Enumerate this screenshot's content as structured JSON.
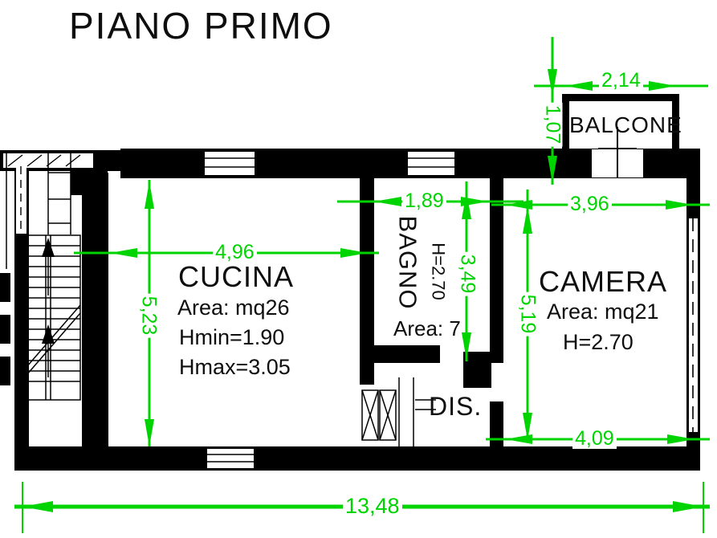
{
  "title": "PIANO PRIMO",
  "colors": {
    "dimension_green": "#00d400",
    "wall_black": "#000000",
    "background": "#ffffff"
  },
  "rooms": {
    "cucina": {
      "name": "CUCINA",
      "area": "Area: mq26",
      "hmin": "Hmin=1.90",
      "hmax": "Hmax=3.05"
    },
    "bagno": {
      "name": "BAGNO",
      "height": "H=2.70",
      "area": "Area: 7"
    },
    "camera": {
      "name": "CAMERA",
      "area": "Area: mq21",
      "height": "H=2.70"
    },
    "balcone": {
      "name": "BALCONE"
    },
    "dis": {
      "name": "DIS."
    }
  },
  "dimensions": {
    "balcone_width": "2,14",
    "balcone_depth": "1,07",
    "bagno_width": "1,89",
    "camera_width": "3,96",
    "cucina_width": "4,96",
    "cucina_depth": "5,23",
    "bagno_depth": "3,49",
    "camera_depth": "5,19",
    "camera_width_bottom": "4,09",
    "total_width": "13,48"
  }
}
